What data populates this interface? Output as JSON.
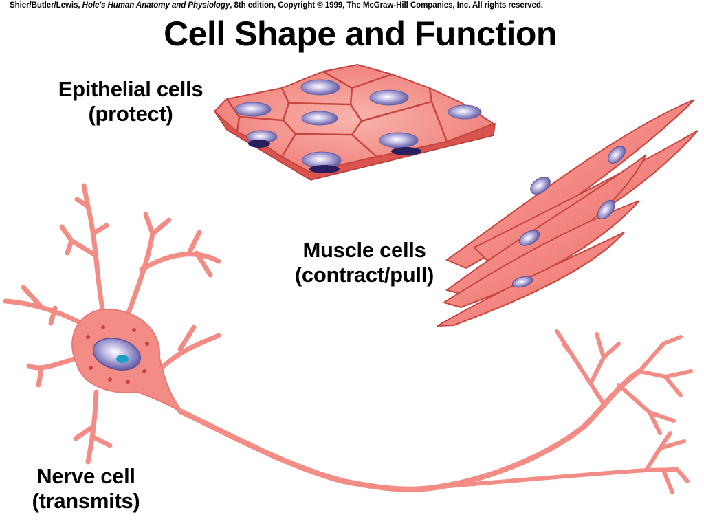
{
  "credit": {
    "authors": "Shier/Butler/Lewis, ",
    "book": "Hole's Human Anatomy and Physiology",
    "rest": ", 8th edition, Copyright © 1999, The McGraw-Hill Companies, Inc.  All rights reserved."
  },
  "title": "Cell Shape and Function",
  "labels": {
    "epithelial": {
      "name": "Epithelial cells",
      "function": "(protect)"
    },
    "muscle": {
      "name": "Muscle cells",
      "function": "(contract/pull)"
    },
    "nerve": {
      "name": "Nerve cell",
      "function": "(transmits)"
    }
  },
  "colors": {
    "cell_fill": "#f2807a",
    "cell_light": "#f7aaa4",
    "cell_edge": "#c8443e",
    "nucleus": "#7a74b6",
    "nucleus_dark": "#2a1f5e",
    "neuron": "#f48c86"
  }
}
